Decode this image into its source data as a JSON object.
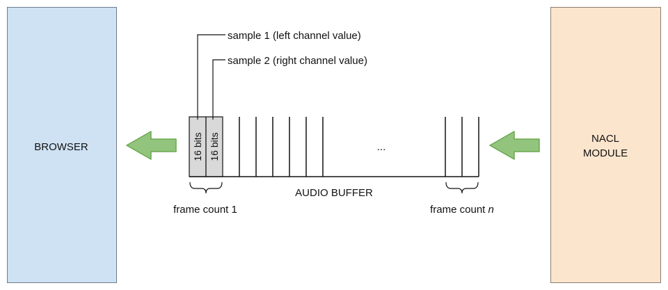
{
  "browser": {
    "label": "BROWSER",
    "fill": "#cfe2f3",
    "stroke": "#6d7b88"
  },
  "nacl": {
    "label_line1": "NACL",
    "label_line2": "MODULE",
    "fill": "#fce5cd",
    "stroke": "#8a7d70"
  },
  "arrows": {
    "fill": "#93c47d",
    "stroke": "#6aa84f",
    "left_icon": "arrow-left-icon",
    "right_icon": "arrow-left-icon"
  },
  "buffer": {
    "label": "AUDIO BUFFER",
    "ellipsis": "...",
    "sample_fill": "#d9d9d9",
    "sample1_bits": "16 bits",
    "sample2_bits": "16 bits"
  },
  "annotations": {
    "sample1": "sample 1 (left channel value)",
    "sample2": "sample 2 (right channel value)",
    "frame_count_first": "frame count 1",
    "frame_count_last_prefix": "frame count ",
    "frame_count_last_var": "n"
  }
}
